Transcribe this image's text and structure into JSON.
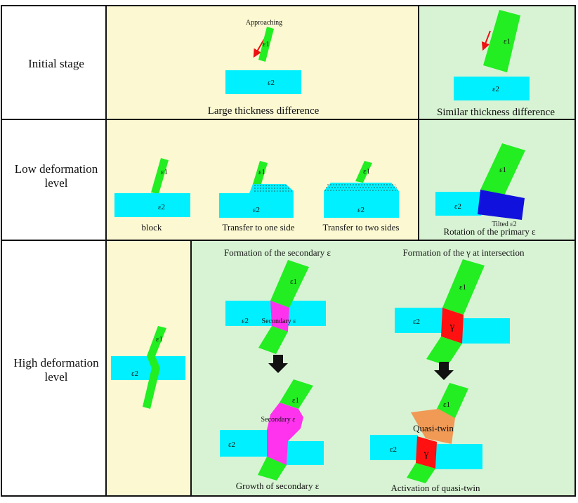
{
  "rows": {
    "initial": "Initial stage",
    "low_line1": "Low deformation",
    "low_line2": "level",
    "high_line1": "High deformation",
    "high_line2": "level"
  },
  "symbols": {
    "e1": "ε1",
    "e2": "ε2",
    "gamma": "γ"
  },
  "initial": {
    "approaching": "Approaching",
    "large": "Large thickness difference",
    "similar": "Similar thickness difference"
  },
  "low": {
    "block": "block",
    "one_side": "Transfer to one side",
    "two_sides": "Transfer to two sides",
    "tilted": "Tilted ε2",
    "rotation": "Rotation of the primary ε"
  },
  "high": {
    "formation_secondary": "Formation of the secondary ε",
    "formation_gamma": "Formation of the γ at intersection",
    "secondary_label": "Secondary ε",
    "secondary_label2": "Secondary ε",
    "quasi_twin": "Quasi-twin",
    "growth": "Growth of secondary ε",
    "activation": "Activation of quasi-twin"
  },
  "colors": {
    "yellow_bg": "#fbf8d2",
    "green_bg": "#d8f3d4",
    "cyan": "#00f0ff",
    "green": "#22ee22",
    "magenta": "#ff33ee",
    "red": "#ff1111",
    "blue": "#1111dd",
    "orange": "#f09a55",
    "arrow_red": "#ee1111"
  }
}
